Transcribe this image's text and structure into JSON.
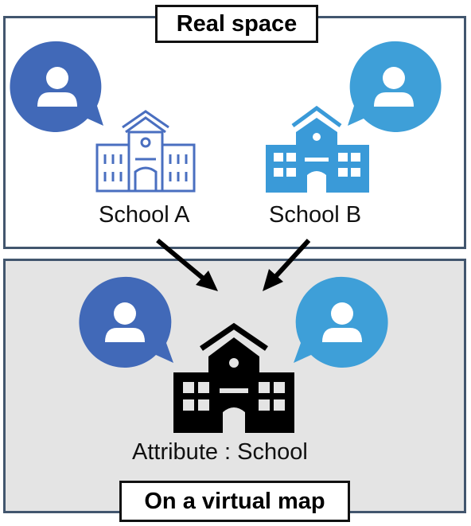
{
  "panels": {
    "real": {
      "title": "Real space"
    },
    "virtual": {
      "title": "On a virtual map"
    }
  },
  "schools": {
    "a": {
      "label": "School A",
      "color": "#4a6fc0",
      "icon": "school-outline-icon"
    },
    "b": {
      "label": "School B",
      "color": "#3a9ad8",
      "icon": "school-filled-icon"
    }
  },
  "merged": {
    "label": "Attribute : School",
    "icon": "school-black-icon"
  },
  "colors": {
    "user_dark": "#4169b8",
    "user_light": "#3e9fd8",
    "panel_border": "#42566e",
    "virtual_bg": "#e4e4e4"
  },
  "icons": {
    "user": "user-speech-bubble-icon",
    "arrow": "arrow-icon"
  }
}
